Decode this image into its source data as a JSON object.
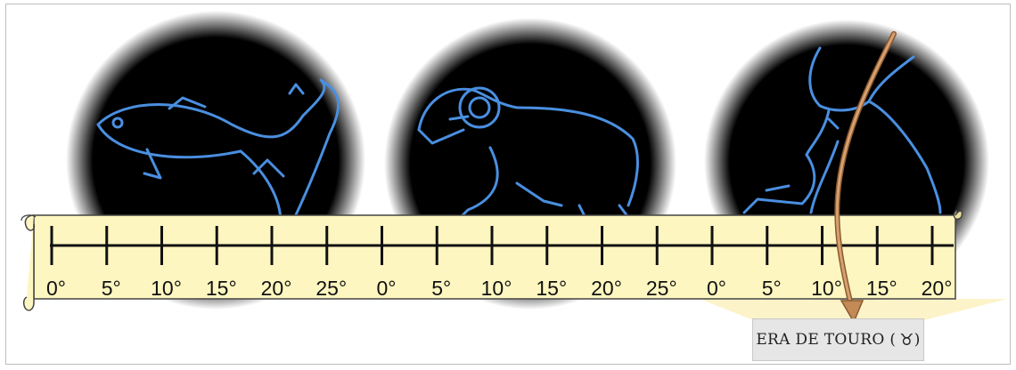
{
  "era_label": {
    "text": "ERA DE TOURO (",
    "symbol": "♉",
    "close": ")"
  },
  "constellations": [
    {
      "name": "pisces-fish",
      "icon": "fish-icon"
    },
    {
      "name": "aries-ram",
      "icon": "ram-icon"
    },
    {
      "name": "taurus-bull",
      "icon": "bull-icon"
    }
  ],
  "ruler": {
    "tick_labels": [
      "0°",
      "5°",
      "10°",
      "15°",
      "20°",
      "25°",
      "0°",
      "5°",
      "10°",
      "15°",
      "20°",
      "25°",
      "0°",
      "5°",
      "10°",
      "15°",
      "20°"
    ]
  },
  "colors": {
    "sky": "#050505",
    "line_art": "#4a8fe0",
    "scroll": "#fdf6c0",
    "arrow": "#b07a45",
    "spotlight": "#fbf1c0"
  }
}
